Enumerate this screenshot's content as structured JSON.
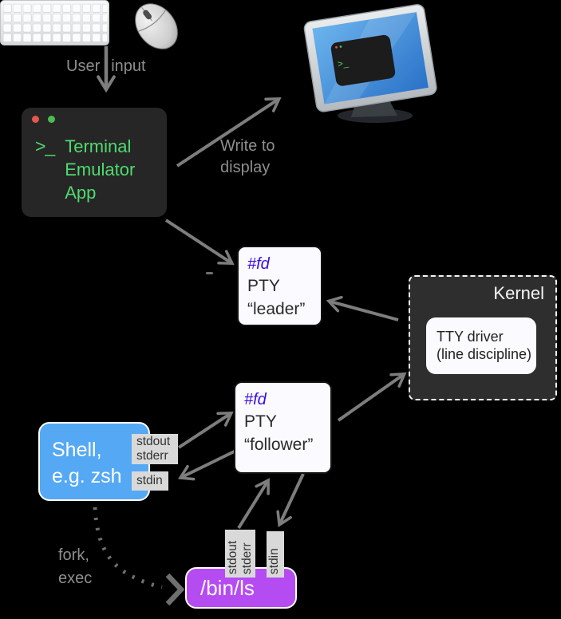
{
  "diagram": {
    "background": "#000000",
    "arrow_color": "#7d7d7d",
    "annotation_color": "#8e8e8e"
  },
  "annotations": {
    "user_input": {
      "word1": "User",
      "word2": "input"
    },
    "write_to_display": {
      "line1": "Write to",
      "line2": "display"
    },
    "fork_exec": {
      "line1": "fork,",
      "line2": "exec"
    }
  },
  "nodes": {
    "terminal_app": {
      "prompt": ">_",
      "title_lines": [
        "Terminal",
        "Emulator",
        "App"
      ],
      "bg": "#262626",
      "text_color": "#50d96f",
      "dot_colors": [
        "#e2574e",
        "#4cbb51"
      ]
    },
    "pty_leader": {
      "fd_label": "#fd",
      "fd_color": "#3a0ce1",
      "name": "PTY",
      "role": "“leader”"
    },
    "pty_follower": {
      "fd_label": "#fd",
      "fd_color": "#3a0ce1",
      "name": "PTY",
      "role": "“follower”"
    },
    "kernel": {
      "title": "Kernel",
      "tty_driver_line1": "TTY driver",
      "tty_driver_line2": "(line discipline)"
    },
    "shell": {
      "line1": "Shell,",
      "line2": "e.g. zsh",
      "bg": "#55a9f4"
    },
    "bin_ls": {
      "label": "/bin/ls",
      "bg": "#b44cf2"
    }
  },
  "io_labels": {
    "shell_out_line1": "stdout",
    "shell_out_line2": "stderr",
    "shell_in": "stdin",
    "ls_out_line1": "stdout",
    "ls_out_line2": "stderr",
    "ls_in": "stdin"
  },
  "icons": {
    "keyboard": "keyboard-illustration",
    "mouse": "mouse-illustration",
    "monitor": "monitor-with-terminal-illustration",
    "monitor_prompt": ">_"
  }
}
